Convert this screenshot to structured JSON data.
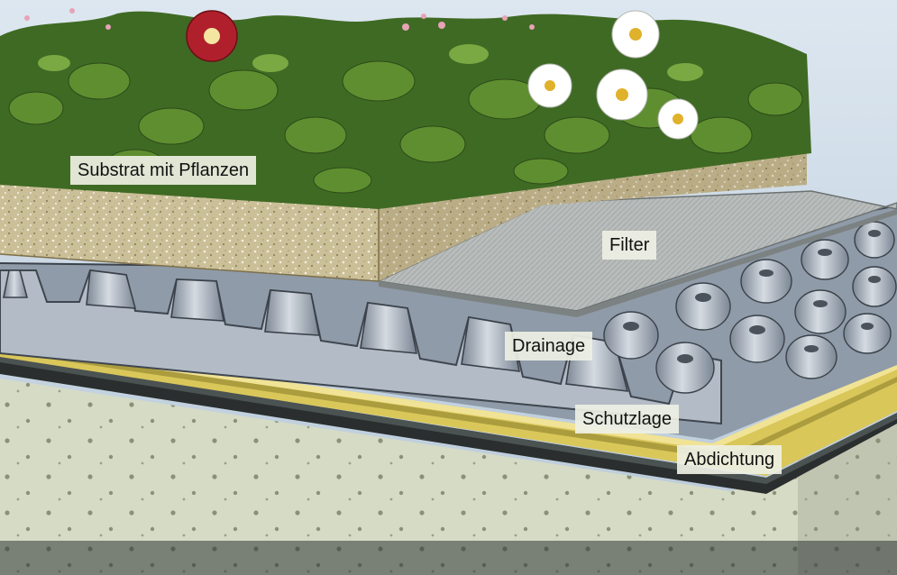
{
  "layers": [
    {
      "id": "substrat",
      "label": "Substrat mit Pflanzen"
    },
    {
      "id": "filter",
      "label": "Filter"
    },
    {
      "id": "drainage",
      "label": "Drainage"
    },
    {
      "id": "schutzlage",
      "label": "Schutzlage"
    },
    {
      "id": "abdichtung",
      "label": "Abdichtung"
    }
  ],
  "colors": {
    "sky": "#c9d8e6",
    "concrete": "#d9ddc9",
    "substrate": "#c8bc94",
    "filter": "#b9bdbb",
    "drainage": "#9ca6b2",
    "protection": "#d9c75a",
    "sealing": "#2a2e2e",
    "leaves": "#4e7a2a"
  }
}
